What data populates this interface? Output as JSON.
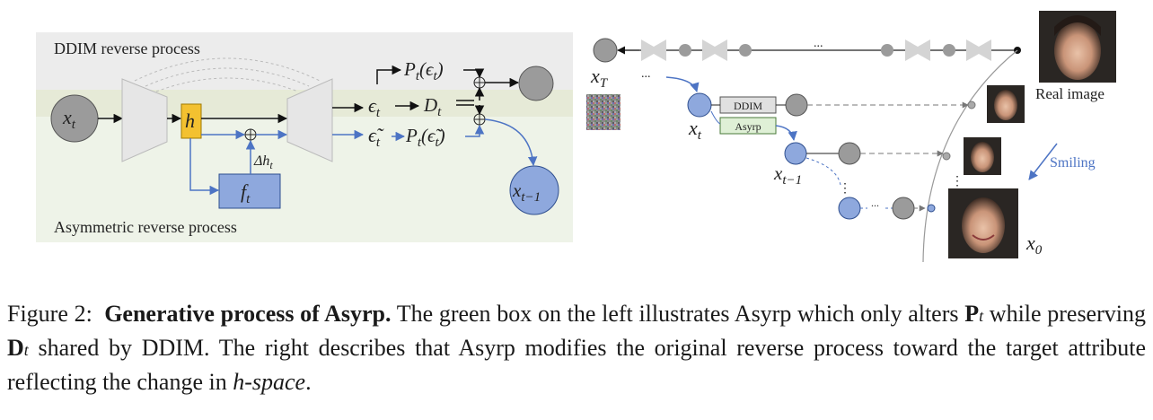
{
  "left_panel": {
    "top_label": "DDIM reverse process",
    "bottom_label": "Asymmetric reverse process",
    "xt": "x",
    "xt_sub": "t",
    "h": "h",
    "ft": "f",
    "ft_sub": "t",
    "dh": "Δh",
    "dh_sub": "t",
    "eps": "ϵ",
    "eps_sub": "t",
    "eps_tilde": "ϵ̃",
    "eps_tilde_sub": "t",
    "Dt": "D",
    "Dt_sub": "t",
    "Pt_eps": "P(ϵ)",
    "Pt_eps_main": "P",
    "Pt_eps_sub": "t",
    "Pt_eps_arg": "(ϵ",
    "Pt_eps_arg_sub": "t",
    "Pt_eps_close": ")",
    "Pt_teps_main": "P",
    "Pt_teps_sub": "t",
    "Pt_teps_arg": "(ϵ̃",
    "Pt_teps_arg_sub": "t",
    "Pt_teps_close": ")",
    "xt1": "x",
    "xt1_sub": "t−1"
  },
  "right_panel": {
    "xT": "x",
    "xT_sub": "T",
    "dots_top": "...",
    "dots_small": "...",
    "xt": "x",
    "xt_sub": "t",
    "ddim_box": "DDIM",
    "asyrp_box": "Asyrp",
    "xt1": "x",
    "xt1_sub": "t−1",
    "real_image": "Real image",
    "smiling": "Smiling",
    "x0": "x",
    "x0_sub": "0",
    "vdots": "⋮"
  },
  "caption": {
    "prefix": "Figure 2:",
    "bold": "Generative process of Asyrp.",
    "s1": " The green box on the left illustrates Asyrp which only alters ",
    "Pt": "P",
    "Pt_sub": "t",
    "s2": " while preserving ",
    "Dt": "D",
    "Dt_sub": "t",
    "s3": " shared by DDIM. The right describes that Asyrp modifies the original reverse process toward the target attribute reflecting the change in ",
    "hspace": "h-space",
    "s4": "."
  },
  "colors": {
    "top_bg": "#ececec",
    "band_bg": "#e6ead7",
    "bottom_bg": "#eef3e8",
    "gray_node": "#9b9b9b",
    "blue_node": "#8ea8dd",
    "blue_line": "#4d74c4",
    "h_box": "#f3c130",
    "ft_box": "#8ea8dd",
    "asyrp_box": "#dff0d6",
    "unet": "#e6e6e6"
  }
}
